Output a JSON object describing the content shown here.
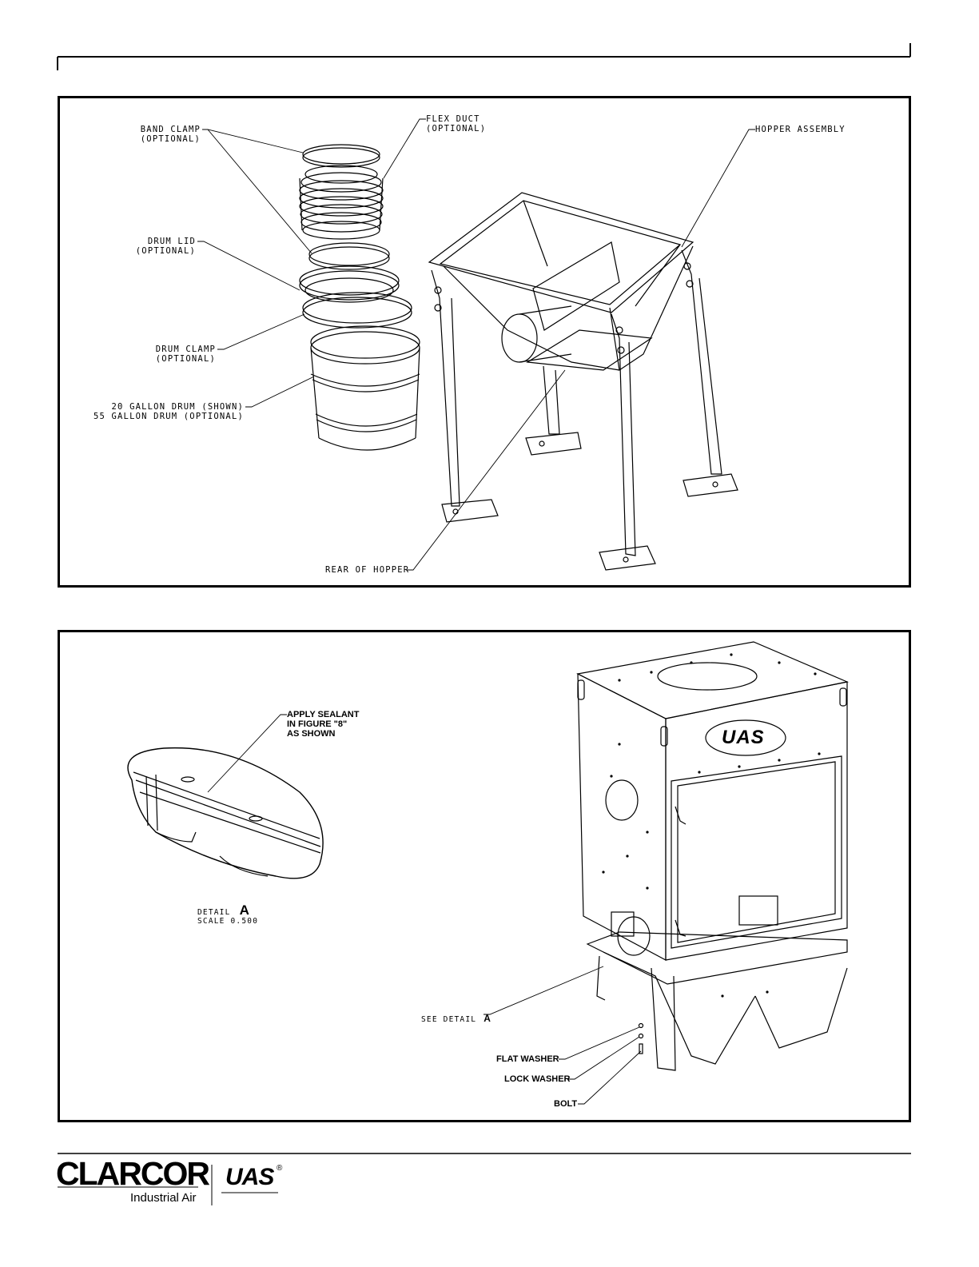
{
  "figure1": {
    "labels": {
      "band_clamp": "BAND CLAMP\n(OPTIONAL)",
      "flex_duct": "FLEX DUCT\n(OPTIONAL)",
      "hopper_assembly": "HOPPER ASSEMBLY",
      "drum_lid": "DRUM LID\n(OPTIONAL)",
      "drum_clamp": "DRUM CLAMP\n(OPTIONAL)",
      "drum": "20 GALLON DRUM (SHOWN)\n55 GALLON DRUM (OPTIONAL)",
      "rear_of_hopper": "REAR OF HOPPER"
    }
  },
  "figure2": {
    "labels": {
      "apply_sealant": "APPLY SEALANT\nIN FIGURE \"8\"\nAS SHOWN",
      "detail_word": "DETAIL",
      "detail_letter": "A",
      "detail_scale": "SCALE 0.500",
      "see_detail": "SEE DETAIL",
      "see_detail_letter": "A",
      "flat_washer": "FLAT WASHER",
      "lock_washer": "LOCK WASHER",
      "bolt": "BOLT"
    },
    "cabinet_logo": "UAS"
  },
  "footer": {
    "brand": "CLARCOR",
    "brand_sub": "Industrial Air",
    "partner": "UAS",
    "partner_mark": "®"
  }
}
